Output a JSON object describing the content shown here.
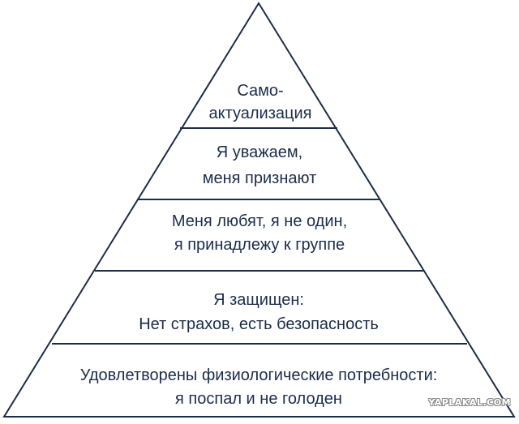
{
  "diagram": {
    "colors": {
      "line": "#1c2d4a",
      "text": "#1c2d4a",
      "background": "#ffffff"
    },
    "levels": [
      {
        "line1": "Само-",
        "line2": "актуализация"
      },
      {
        "line1": "Я уважаем,",
        "line2": "меня признают"
      },
      {
        "line1": "Меня любят, я не один,",
        "line2": "я принадлежу к группе"
      },
      {
        "line1": "Я защищен:",
        "line2": "Нет страхов, есть безопасность"
      },
      {
        "line1": "Удовлетворены физиологические потребности:",
        "line2": "я поспал и не голоден"
      }
    ]
  },
  "watermark": {
    "text": "YAPLAKAL.COM"
  }
}
